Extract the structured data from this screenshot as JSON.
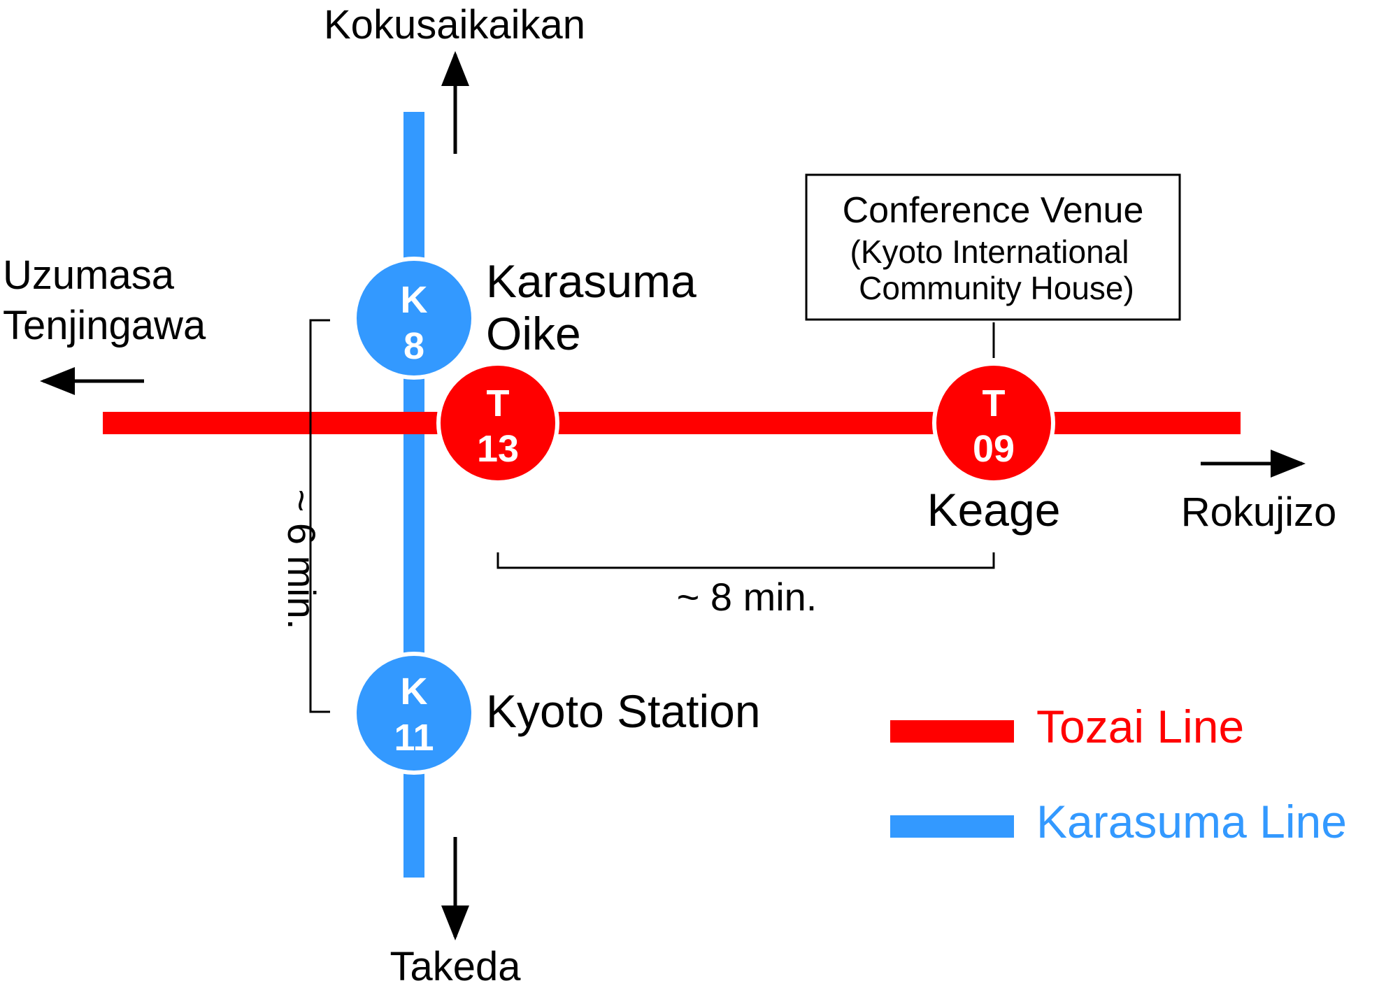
{
  "destinations": {
    "north": "Kokusaikaikan",
    "west_line1": "Uzumasa",
    "west_line2": "Tenjingawa",
    "east": "Rokujizo",
    "south": "Takeda"
  },
  "stations": {
    "karasuma_oike": {
      "code_letter": "K",
      "code_number": "8",
      "name_line1": "Karasuma",
      "name_line2": "Oike"
    },
    "kyoto_station": {
      "code_letter": "K",
      "code_number": "11",
      "name": "Kyoto Station"
    },
    "t13": {
      "code_letter": "T",
      "code_number": "13"
    },
    "keage": {
      "code_letter": "T",
      "code_number": "09",
      "name": "Keage"
    }
  },
  "venue": {
    "title": "Conference Venue",
    "subtitle_line1": "(Kyoto International",
    "subtitle_line2": "Community House)"
  },
  "travel_times": {
    "karasuma_segment": "~ 6 min.",
    "tozai_segment": "~ 8 min."
  },
  "legend": [
    {
      "label": "Tozai Line",
      "color": "#ff0000"
    },
    {
      "label": "Karasuma Line",
      "color": "#3399ff"
    }
  ],
  "colors": {
    "tozai": "#ff0000",
    "karasuma": "#3399ff"
  }
}
